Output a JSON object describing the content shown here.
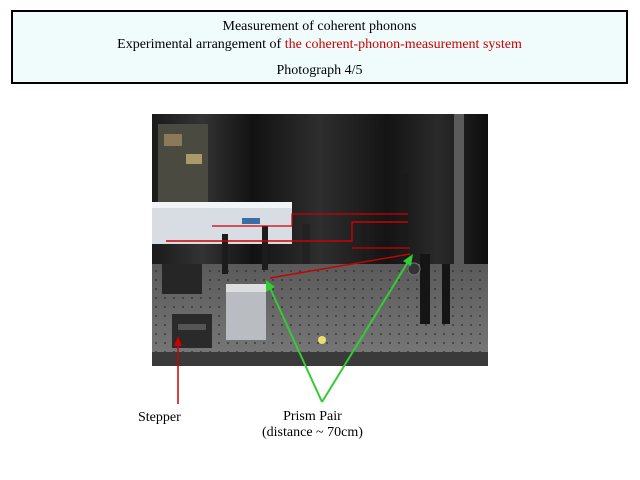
{
  "header": {
    "title": "Measurement of coherent phonons",
    "subtitle_prefix": "Experimental arrangement of ",
    "subtitle_highlight": "the coherent-phonon-measurement system",
    "photo_counter": "Photograph 4/5"
  },
  "annotations": {
    "stepper_label": "Stepper",
    "prism_label_line1": "Prism Pair",
    "prism_label_line2": "(distance ~ 70cm)"
  },
  "colors": {
    "header_bg": "#f0fbfb",
    "highlight_text": "#cc0000",
    "stepper_arrow": "#cc0000",
    "prism_arrows": "#33cc33",
    "beam_lines": "#cc0000"
  }
}
